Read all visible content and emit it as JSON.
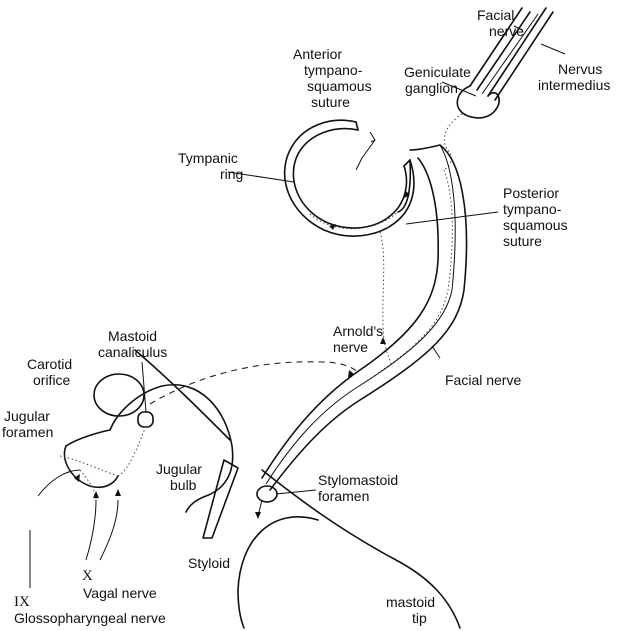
{
  "labels": {
    "facial_nerve_top": [
      "Facial",
      "nerve"
    ],
    "nervus_intermedius": [
      "Nervus",
      "intermedius"
    ],
    "anterior_suture": [
      "Anterior",
      "tympano-",
      "squamous",
      "suture"
    ],
    "geniculate": [
      "Geniculate",
      "ganglion"
    ],
    "tympanic_ring": [
      "Tympanic",
      "ring"
    ],
    "posterior_suture": [
      "Posterior",
      "tympano-",
      "squamous",
      "suture"
    ],
    "arnolds_nerve": [
      "Arnold's",
      "nerve"
    ],
    "mastoid_canaliculus": [
      "Mastoid",
      "canaliculus"
    ],
    "carotid_orifice": [
      "Carotid",
      "orifice"
    ],
    "facial_nerve_mid": [
      "Facial nerve"
    ],
    "jugular_foramen": [
      "Jugular",
      "foramen"
    ],
    "jugular_bulb": [
      "Jugular",
      "bulb"
    ],
    "stylomastoid": [
      "Stylomastoid",
      "foramen"
    ],
    "styloid": [
      "Styloid"
    ],
    "x_label": "X",
    "vagal": [
      "Vagal nerve"
    ],
    "ix_label": "IX",
    "glosso": [
      "Glossopharyngeal nerve"
    ],
    "mastoid_tip": [
      "mastoid",
      "tip"
    ]
  }
}
